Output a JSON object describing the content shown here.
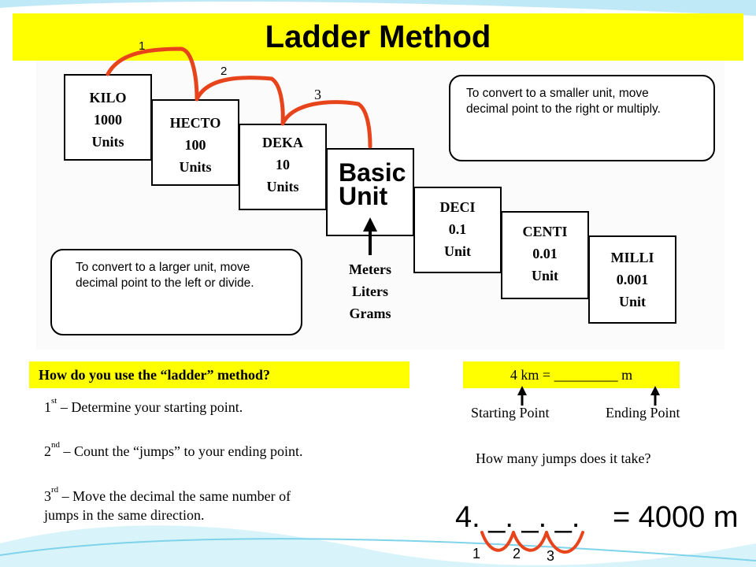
{
  "title": "Ladder Method",
  "ladder": {
    "steps": [
      {
        "name": "KILO",
        "value": "1000",
        "unit": "Units"
      },
      {
        "name": "HECTO",
        "value": "100",
        "unit": "Units"
      },
      {
        "name": "DEKA",
        "value": "10",
        "unit": "Units"
      },
      {
        "name": "Basic",
        "value": "",
        "unit": "Unit"
      },
      {
        "name": "DECI",
        "value": "0.1",
        "unit": "Unit"
      },
      {
        "name": "CENTI",
        "value": "0.01",
        "unit": "Unit"
      },
      {
        "name": "MILLI",
        "value": "0.001",
        "unit": "Unit"
      }
    ],
    "jump_labels": [
      "1",
      "2",
      "3"
    ],
    "basic_units": [
      "Meters",
      "Liters",
      "Grams"
    ],
    "smaller_note_line1": "To convert to a smaller unit, move",
    "smaller_note_line2": "decimal  point to the right or multiply.",
    "larger_note_line1": "To convert to a larger unit, move",
    "larger_note_line2": "decimal  point to the left or divide."
  },
  "question": {
    "heading": "How do you use the “ladder” method?",
    "steps": [
      {
        "ord": "1",
        "sup": "st",
        "text": " – Determine your starting point."
      },
      {
        "ord": "2",
        "sup": "nd",
        "text": " – Count the “jumps” to your ending point."
      },
      {
        "ord": "3",
        "sup": "rd",
        "text": " – Move the decimal the same number of"
      }
    ],
    "step3_cont": "jumps in the same direction."
  },
  "example": {
    "problem": "4 km = _________ m",
    "starting_point": "Starting Point",
    "ending_point": "Ending Point",
    "jumps_question": "How many jumps does it take?",
    "answer_left": "4. _. _. _.",
    "answer_right": "= 4000 m",
    "jump_numbers": [
      "1",
      "2",
      "3"
    ]
  },
  "colors": {
    "accent_yellow": "#ffff00",
    "jump_arc": "#e8441c",
    "swoosh": "#7fd3ea"
  }
}
